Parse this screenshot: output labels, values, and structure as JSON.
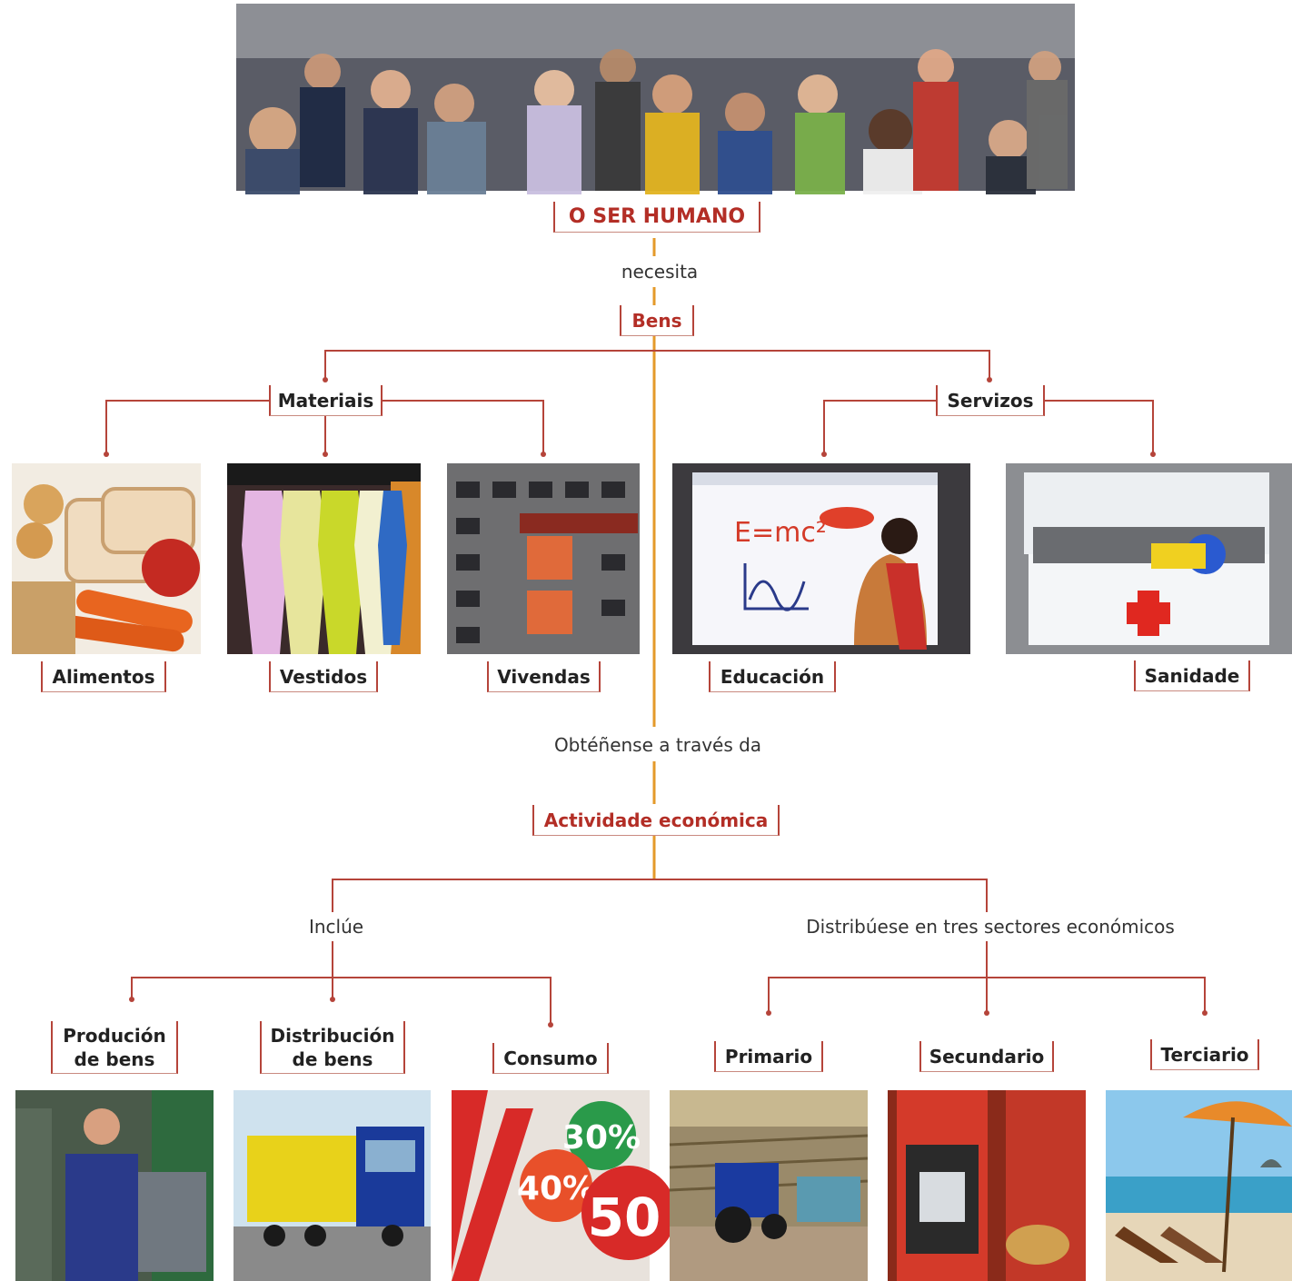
{
  "colors": {
    "accent_red": "#b32e26",
    "line_red": "#b5443a",
    "trunk_orange": "#e49a2a"
  },
  "photos": {
    "crowd": "crowd-photo",
    "alimentos": "food-photo",
    "vestidos": "clothes-photo",
    "vivendas": "housing-photo",
    "educacion": "whiteboard-photo",
    "sanidade": "first-aid-kit-photo",
    "producion": "factory-worker-photo",
    "distribucion": "truck-photo",
    "consumo": "sale-discount-photo",
    "primario": "tractor-field-photo",
    "secundario": "industrial-machine-photo",
    "terciario": "beach-photo",
    "educacion_formula": "E=mc²",
    "consumo_30": "30%",
    "consumo_40": "40%",
    "consumo_50": "50"
  },
  "nodes": {
    "root": "O SER HUMANO",
    "connector_necesita": "necesita",
    "bens": "Bens",
    "materiais": "Materiais",
    "servizos": "Servizos",
    "alimentos": "Alimentos",
    "vestidos": "Vestidos",
    "vivendas": "Vivendas",
    "educacion": "Educación",
    "sanidade": "Sanidade",
    "connector_obtenense": "Obtéñense a través da",
    "actividade": "Actividade económica",
    "connector_inclue": "Inclúe",
    "connector_distribuese": "Distribúese en tres sectores económicos",
    "producion_line1": "Produción",
    "producion_line2": "de bens",
    "distribucion_line1": "Distribución",
    "distribucion_line2": "de bens",
    "consumo": "Consumo",
    "primario": "Primario",
    "secundario": "Secundario",
    "terciario": "Terciario"
  }
}
